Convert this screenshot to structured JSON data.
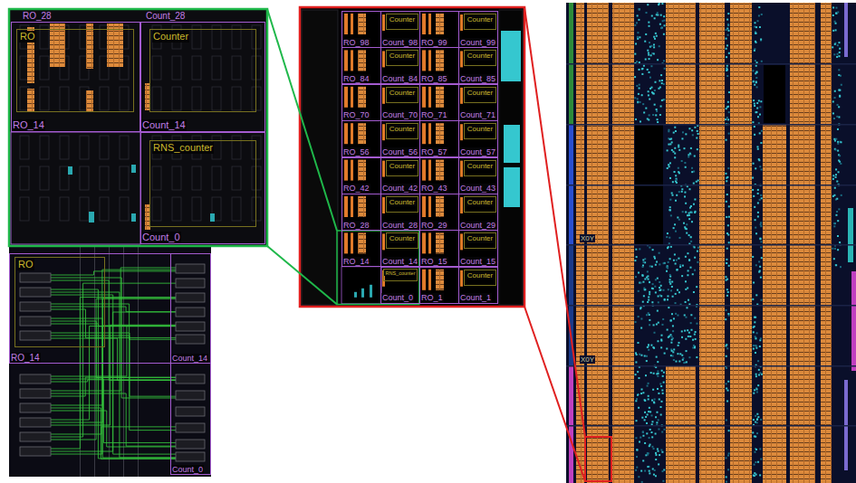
{
  "diagram": {
    "nodes": [
      {
        "text": [
          "RO_14"
        ]
      },
      {
        "text": [
          "RO"
        ],
        "in": 0
      },
      {
        "text": [
          "Count_14"
        ]
      },
      {
        "text": [
          "Counter"
        ],
        "in": 2
      },
      {
        "text": [
          "Count_0"
        ]
      },
      {
        "text": [
          "RNS_counter"
        ],
        "in": 4
      },
      {
        "text": [
          "RO_14"
        ]
      },
      {
        "text": [
          "RO"
        ],
        "in": 6
      },
      {
        "text": [
          "Count_14"
        ]
      },
      {
        "text": [
          "Count_0"
        ]
      },
      {
        "text": [
          "RO_98"
        ]
      },
      {
        "text": [
          "Count_98"
        ]
      },
      {
        "text": [
          "Counter"
        ],
        "in": 11
      },
      {
        "text": [
          "RO_99"
        ]
      },
      {
        "text": [
          "Count_99"
        ]
      },
      {
        "text": [
          "Counter"
        ],
        "in": 14
      },
      {
        "text": [
          "RO_84"
        ]
      },
      {
        "text": [
          "Count_84"
        ]
      },
      {
        "text": [
          "Counter"
        ],
        "in": 17
      },
      {
        "text": [
          "RO_85"
        ]
      },
      {
        "text": [
          "Count_85"
        ]
      },
      {
        "text": [
          "Counter"
        ],
        "in": 20
      },
      {
        "text": [
          "RO_70"
        ]
      },
      {
        "text": [
          "Count_70"
        ]
      },
      {
        "text": [
          "Counter"
        ],
        "in": 23
      },
      {
        "text": [
          "RO_71"
        ]
      },
      {
        "text": [
          "Count_71"
        ]
      },
      {
        "text": [
          "Counter"
        ],
        "in": 26
      },
      {
        "text": [
          "RO_56"
        ]
      },
      {
        "text": [
          "Count_56"
        ]
      },
      {
        "text": [
          "Counter"
        ],
        "in": 29
      },
      {
        "text": [
          "RO_57"
        ]
      },
      {
        "text": [
          "Count_57"
        ]
      },
      {
        "text": [
          "Counter"
        ],
        "in": 32
      },
      {
        "text": [
          "RO_42"
        ]
      },
      {
        "text": [
          "Count_42"
        ]
      },
      {
        "text": [
          "Counter"
        ],
        "in": 35
      },
      {
        "text": [
          "RO_43"
        ]
      },
      {
        "text": [
          "Count_43"
        ]
      },
      {
        "text": [
          "Counter"
        ],
        "in": 38
      },
      {
        "text": [
          "RO_28"
        ]
      },
      {
        "text": [
          "Count_28"
        ]
      },
      {
        "text": [
          "Counter"
        ],
        "in": 41
      },
      {
        "text": [
          "RO_29"
        ]
      },
      {
        "text": [
          "Count_29"
        ]
      },
      {
        "text": [
          "Counter"
        ],
        "in": 44
      },
      {
        "text": [
          "RO_14"
        ]
      },
      {
        "text": [
          "Count_14"
        ]
      },
      {
        "text": [
          "Counter"
        ],
        "in": 47
      },
      {
        "text": [
          "RO_15"
        ]
      },
      {
        "text": [
          "Count_15"
        ]
      },
      {
        "text": [
          "Counter"
        ],
        "in": 50
      },
      {
        "text": [
          "Count_0"
        ]
      },
      {
        "text": [
          "RNS_counter"
        ],
        "in": 52
      },
      {
        "text": [
          "RO_1"
        ]
      },
      {
        "text": [
          "Count_1"
        ]
      },
      {
        "text": [
          "Counter"
        ],
        "in": 55
      }
    ],
    "labels": [
      "RO_28",
      "Count_28",
      "X0Y",
      "X0Y"
    ]
  }
}
